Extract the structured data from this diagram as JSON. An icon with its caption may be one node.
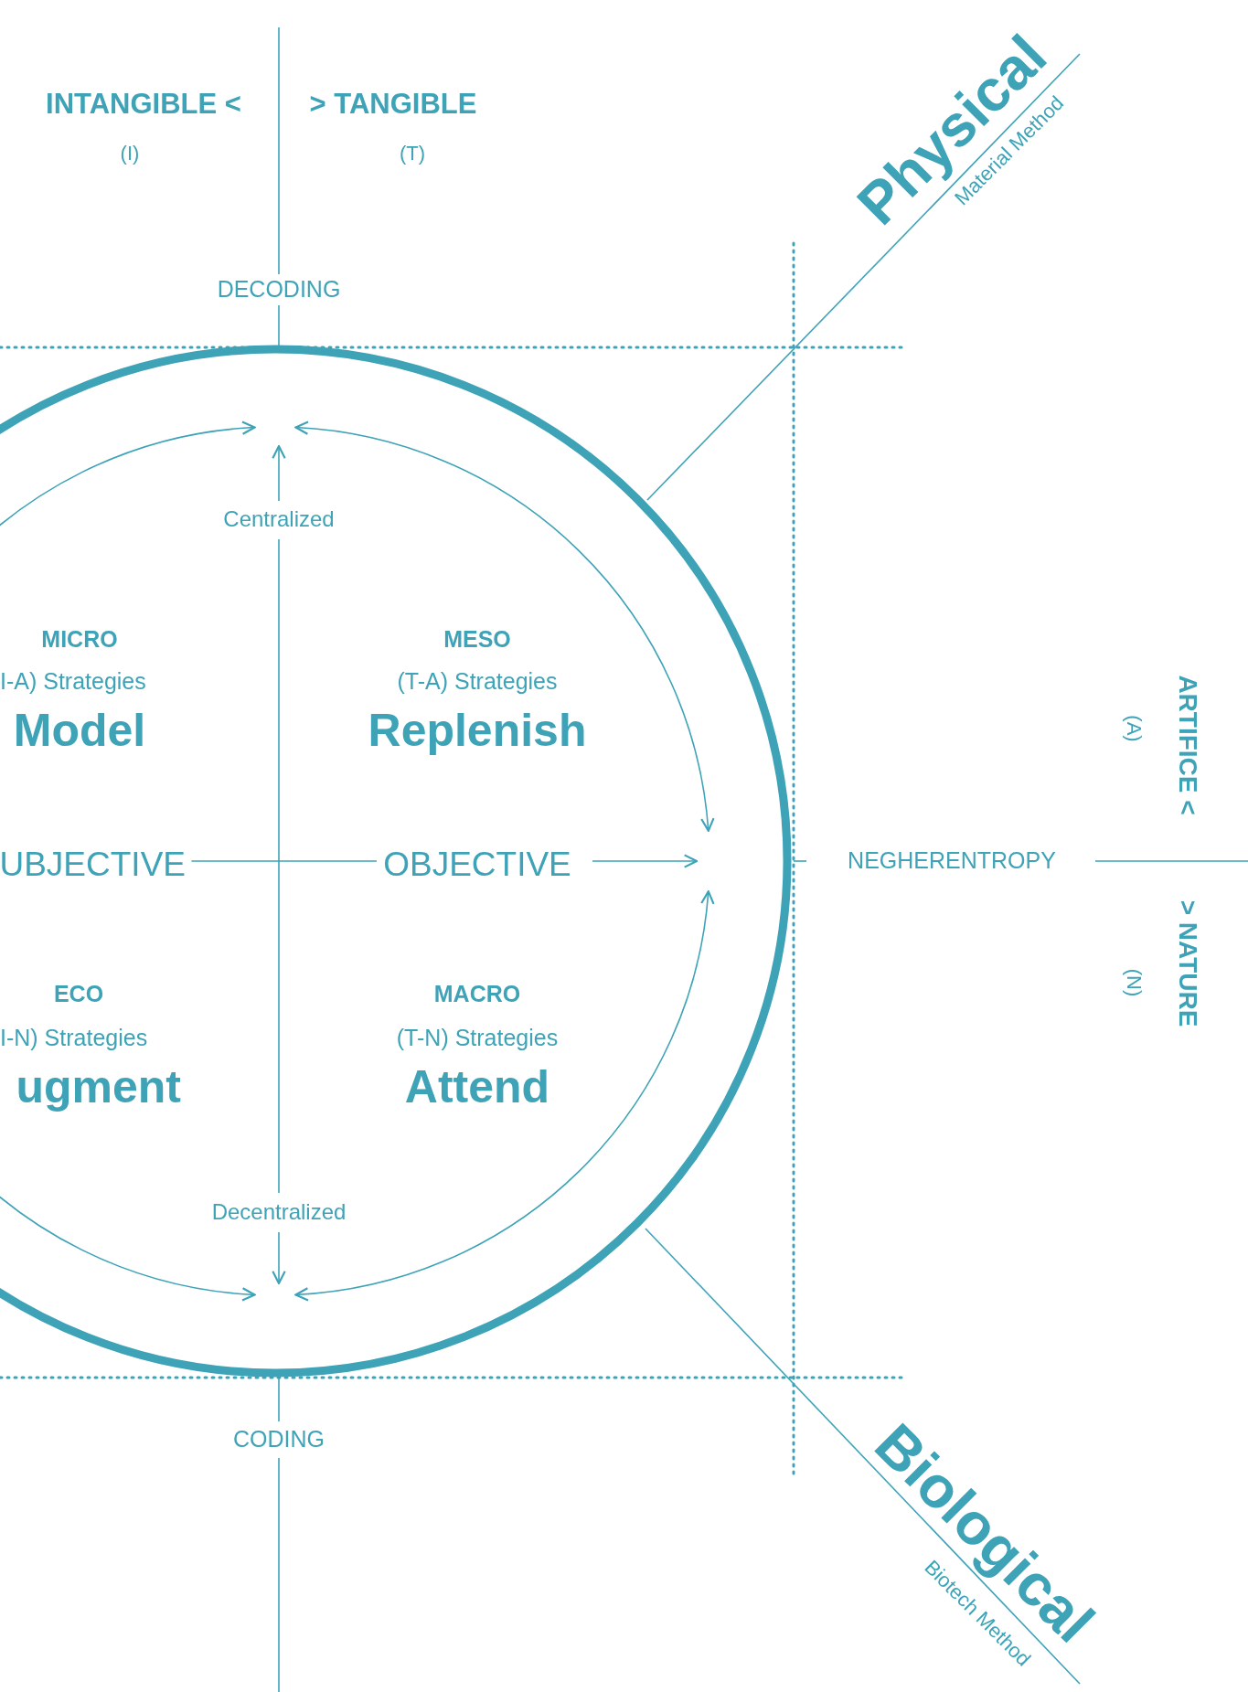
{
  "diagram": {
    "labels": [
      "INTANGIBLE <",
      "> TANGIBLE",
      "Physical",
      "Material Method",
      "(I)",
      "(T)",
      "DECODING",
      "Centralized",
      "MICRO",
      "MESO",
      "I-A) Strategies",
      "(T-A) Strategies",
      "Model",
      "Replenish",
      "(A)",
      "ARTIFICE <",
      "UBJECTIVE",
      "OBJECTIVE",
      "NEGHERENTROPY",
      "> NATURE",
      "ECO",
      "MACRO",
      "(N)",
      "I-N) Strategies",
      "(T-N) Strategies",
      "ugment",
      "Attend",
      "Decentralized",
      "CODING",
      "Biological",
      "Biotech Method"
    ]
  }
}
